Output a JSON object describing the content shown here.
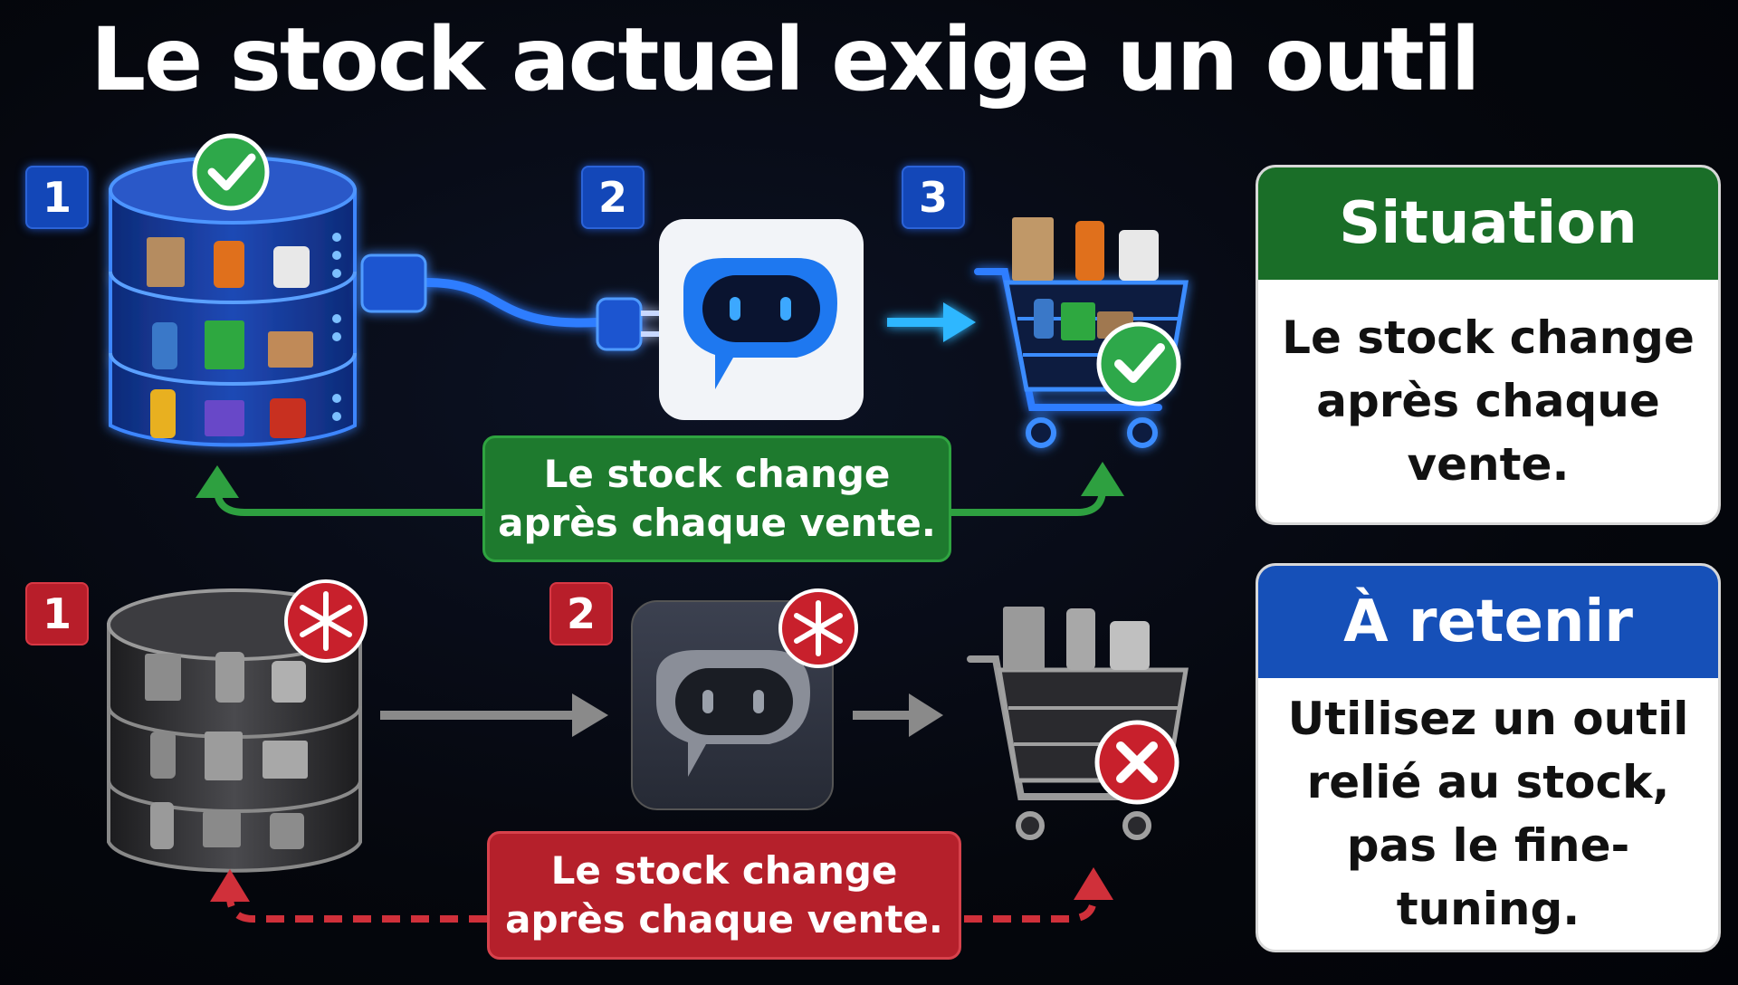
{
  "title": "Le stock actuel exige un outil",
  "top_row": {
    "steps": [
      "1",
      "2",
      "3"
    ],
    "label": [
      "Le stock change",
      "après chaque vente."
    ],
    "status": "check"
  },
  "bottom_row": {
    "steps": [
      "1",
      "2"
    ],
    "label": [
      "Le stock change",
      "après chaque vente."
    ],
    "status": "cross"
  },
  "cards": {
    "situation": {
      "header": "Situation",
      "lines": [
        "Le stock change",
        "après chaque vente."
      ]
    },
    "retenir": {
      "header": "À retenir",
      "lines": [
        "Utilisez un outil",
        "relié au stock,",
        "pas le fine-tuning."
      ]
    }
  },
  "colors": {
    "blue_accent": "#1e6fff",
    "green": "#1e7a2e",
    "red": "#b5202b",
    "card_blue": "#1650b8",
    "card_green": "#1a6e28"
  },
  "icons": [
    "check-icon",
    "cross-icon",
    "snowflake-icon",
    "database-icon",
    "chatbot-icon",
    "shopping-cart-icon",
    "power-plug-icon"
  ]
}
